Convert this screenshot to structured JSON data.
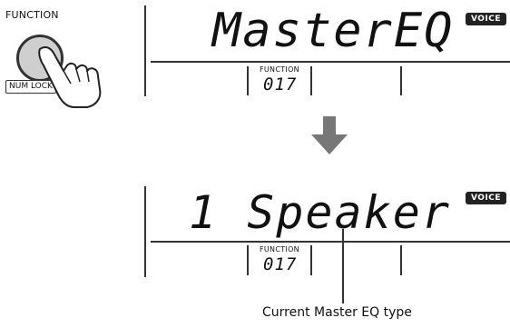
{
  "button": {
    "function_label": "FUNCTION",
    "numlock_label": "NUM LOCK"
  },
  "display_top": {
    "main_text": "MasterEQ",
    "badge": "VOICE",
    "function_caption": "FUNCTION",
    "function_number": "017"
  },
  "display_bottom": {
    "main_text": "1 Speaker",
    "badge": "VOICE",
    "function_caption": "FUNCTION",
    "function_number": "017"
  },
  "callout": {
    "label": "Current Master EQ type"
  },
  "icons": [
    "finger-press-icon",
    "down-arrow-icon"
  ]
}
